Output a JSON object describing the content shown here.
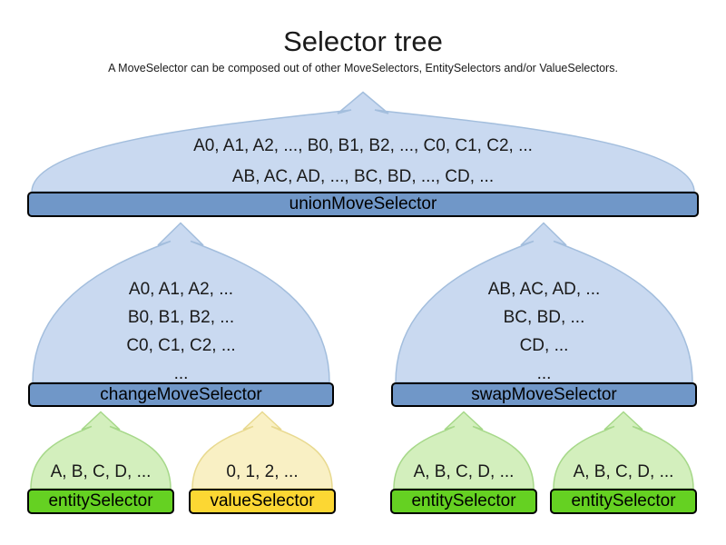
{
  "header": {
    "title": "Selector tree",
    "subtitle": "A MoveSelector can be composed out of other MoveSelectors, EntitySelectors and/or ValueSelectors."
  },
  "colors": {
    "blue_fill": "#c9d9f0",
    "blue_stroke": "#a3bedd",
    "blue_bar": "#7097c8",
    "green_fill": "#d3efbd",
    "green_stroke": "#a6d889",
    "green_bar": "#65d122",
    "yellow_fill": "#f9f0c4",
    "yellow_stroke": "#e8d98f",
    "yellow_bar": "#fcd733",
    "bar_border": "#000000"
  },
  "funnels": {
    "union": {
      "label": "unionMoveSelector",
      "lines": [
        "A0, A1, A2, ..., B0, B1, B2, ..., C0, C1, C2, ...",
        "AB, AC, AD, ..., BC, BD, ..., CD, ..."
      ]
    },
    "change": {
      "label": "changeMoveSelector",
      "lines": [
        "A0, A1, A2, ...",
        "B0, B1, B2, ...",
        "C0, C1, C2, ...",
        "..."
      ]
    },
    "swap": {
      "label": "swapMoveSelector",
      "lines": [
        "AB, AC, AD, ...",
        "BC, BD, ...",
        "CD, ...",
        "..."
      ]
    },
    "entity1": {
      "label": "entitySelector",
      "lines": [
        "A, B, C, D, ..."
      ]
    },
    "value1": {
      "label": "valueSelector",
      "lines": [
        "0, 1, 2, ..."
      ]
    },
    "entity2": {
      "label": "entitySelector",
      "lines": [
        "A, B, C, D, ..."
      ]
    },
    "entity3": {
      "label": "entitySelector",
      "lines": [
        "A, B, C, D, ..."
      ]
    }
  }
}
